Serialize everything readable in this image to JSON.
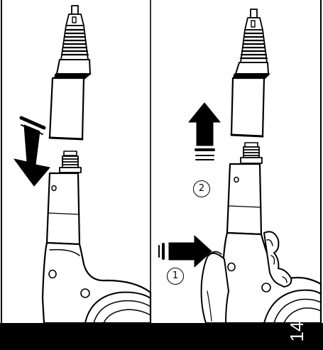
{
  "page_number": "14",
  "steps": {
    "step_1": "1",
    "step_2": "2"
  },
  "colors": {
    "ink": "#000000",
    "paper": "#ffffff",
    "footer_band": "#000000"
  },
  "panels": [
    {
      "id": "left",
      "action": "attach",
      "arrow": "down-left"
    },
    {
      "id": "right",
      "action": "detach",
      "arrow": "up"
    }
  ]
}
